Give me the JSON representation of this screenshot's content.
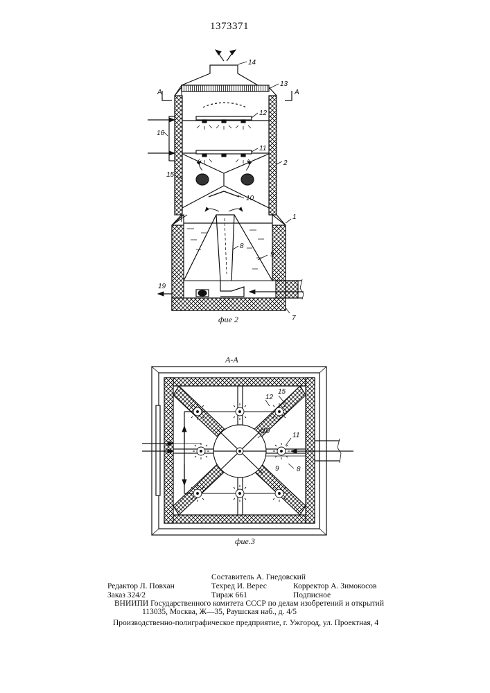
{
  "page": {
    "patent_number": "1373371"
  },
  "figure2": {
    "caption": "фие 2",
    "section_mark": "A",
    "labels": {
      "l14": "14",
      "l13": "13",
      "l12": "12",
      "l11": "11",
      "l16": "16",
      "l15": "15",
      "l2": "2",
      "l10": "10",
      "l1": "1",
      "l8": "8",
      "l9": "9",
      "l19": "19",
      "l7": "7"
    }
  },
  "figure3": {
    "title": "А-А",
    "caption": "фие.3",
    "labels": {
      "l12": "12",
      "l15": "15",
      "l10": "10",
      "l11": "11",
      "l9": "9",
      "l8": "8"
    }
  },
  "footer": {
    "compiler": "Составитель А. Гнедовский",
    "editor": "Редактор Л. Повхан",
    "tech_editor": "Техред И. Верес",
    "proofreader": "Корректор А. Зимокосов",
    "order": "Заказ 324/2",
    "circulation": "Тираж 661",
    "subscription": "Подписное",
    "institute": "ВНИИПИ Государственного комитета СССР по делам изобретений и открытий",
    "address": "113035, Москва, Ж—35, Раушская наб., д. 4/5",
    "printer": "Производственно-полиграфическое предприятие, г. Ужгород, ул. Проектная, 4"
  }
}
